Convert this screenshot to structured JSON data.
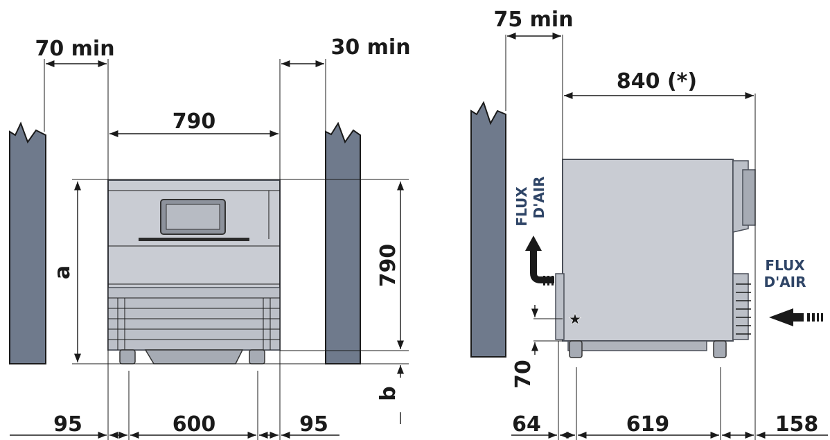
{
  "front_view": {
    "left_clearance": "70 min",
    "right_clearance": "30 min",
    "width": "790",
    "height": "790",
    "height_label_a": "a",
    "height_label_b": "b",
    "bottom_left": "95",
    "bottom_center": "600",
    "bottom_right": "95"
  },
  "side_view": {
    "rear_clearance": "75 min",
    "depth": "840 (*)",
    "airflow_top_line1": "FLUX",
    "airflow_top_line2": "D'AIR",
    "airflow_right_line1": "FLUX",
    "airflow_right_line2": "D'AIR",
    "vertical_70": "70",
    "bottom_left": "64",
    "bottom_center": "619",
    "bottom_right": "158"
  },
  "colors": {
    "wall": "#6f7a8c",
    "appliance": "#c9ccd3",
    "airflow_text": "#2e4466",
    "lines": "#1a1a1a"
  }
}
